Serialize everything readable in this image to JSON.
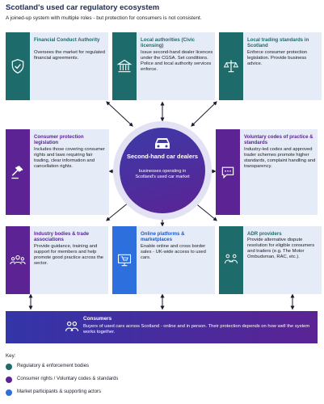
{
  "title": "Scotland's used car regulatory ecosystem",
  "subtitle": "A joined-up system with multiple roles - but protection for consumers is not consistent.",
  "colors": {
    "regulatory": "#1d6b6b",
    "consumer": "#5b2394",
    "market": "#2d6fdd",
    "card_bg": "#e6ecf7"
  },
  "cards": {
    "fca": {
      "icon": "shield-check-icon",
      "title": "Financial Conduct Authority",
      "body": "Oversees the market for regulated financial agreements."
    },
    "local_auth": {
      "icon": "government-building-icon",
      "title": "Local authorities (Civic licensing)",
      "body": "Issue second-hand dealer licences under the CGSA. Set conditions. Police and local authority services enforce."
    },
    "trading_standards": {
      "icon": "scales-icon",
      "title": "Local trading standards in Scotland",
      "body": "Enforce consumer protection legislation. Provide business advice."
    },
    "consumer_law": {
      "icon": "gavel-icon",
      "title": "Consumer protection legislation",
      "body": "Includes those covering consumer rights and laws requiring fair trading, clear information and cancellation rights."
    },
    "voluntary": {
      "icon": "speech-bubble-icon",
      "title": "Voluntary codes of practice & standards",
      "body": "Industry-led codes and approved trader schemes promote higher standards, complaint handling and transparency."
    },
    "industry": {
      "icon": "group-people-icon",
      "title": "Industry bodies & trade associations",
      "body": "Provide guidance, training and support for members and help promote good practice across the sector."
    },
    "online": {
      "icon": "shopping-cart-screen-icon",
      "title": "Online platforms & marketplaces",
      "body": "Enable online and cross border sales - UK-wide access to used cars."
    },
    "adr": {
      "icon": "handshake-people-icon",
      "title": "ADR providers",
      "body": "Provide alternative dispute resolution for eligible consumers and traders (e.g. The Motor Ombudsman, RAC, etc.)."
    }
  },
  "hub": {
    "icon": "car-icon",
    "title": "Second-hand car dealers",
    "body": "businesses operating in Scotland's used car market"
  },
  "consumers": {
    "icon": "people-icon",
    "title": "Consumers",
    "body": "Buyers of used cars across Scotland - online and in person. Their protection depends on how well the system works together."
  },
  "key": {
    "title": "Key:",
    "items": [
      {
        "label": "Regulatory & enforcement bodies",
        "color": "#1d6b6b"
      },
      {
        "label": "Consumer rights / Voluntary codes & standards",
        "color": "#5b2394"
      },
      {
        "label": "Market participants & supporting actors",
        "color": "#2d6fdd"
      }
    ]
  }
}
